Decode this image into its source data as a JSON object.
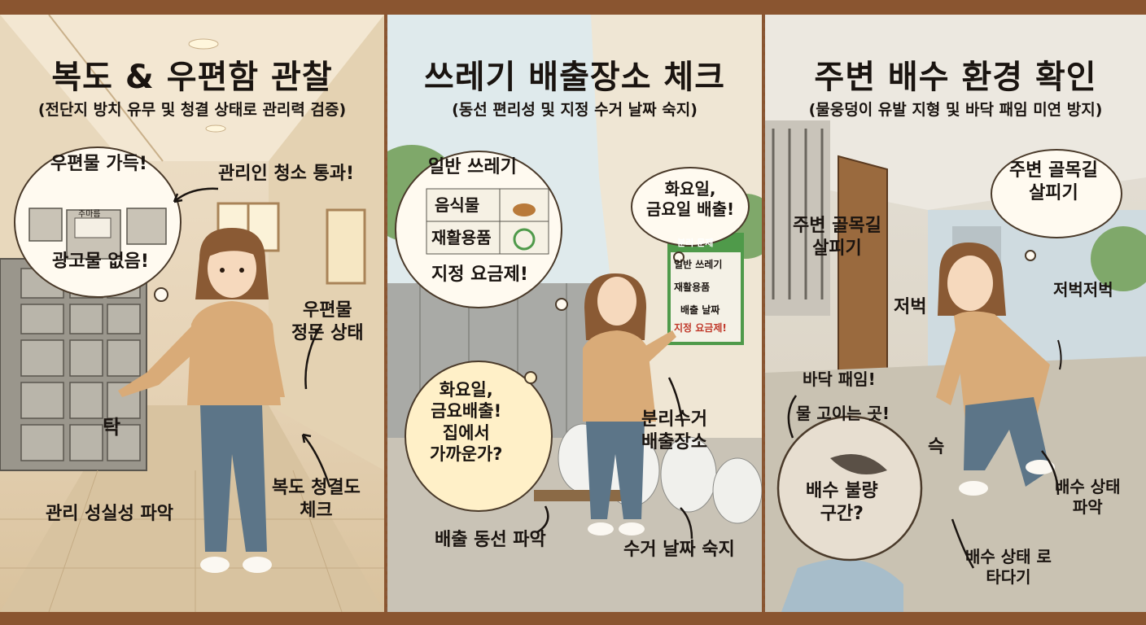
{
  "panels": [
    {
      "title": "복도 & 우편함 관찰",
      "subtitle": "(전단지 방치 유무 및 청결 상태로 관리력 검증)",
      "labels": {
        "mail_full": "우편물 가득!",
        "manager_clean": "관리인 청소 통과!",
        "no_flyers": "광고물 없음!",
        "mail_tidy": "우편물\n정돈 상태",
        "tap": "탁",
        "hall_clean": "복도 청결도\n체크",
        "management": "관리 성실성 파악",
        "mailbox_tag": "주마름"
      }
    },
    {
      "title": "쓰레기 배출장소 체크",
      "subtitle": "(동선 편리성 및 지정 수거 날짜 숙지)",
      "labels": {
        "general_waste": "일반 쓰레기",
        "food": "음식물",
        "recycling": "재활용품",
        "fee_bag": "지정 요금제!",
        "tue_fri": "화요일,\n금요일 배출!",
        "sign_header": "분리 문제",
        "sign_general": "일반 쓰레기",
        "sign_recycle": "재활용품",
        "sign_date": "배출 날짜",
        "sign_fee": "지정 요금제!",
        "near_home": "화요일,\n금요배출!\n집에서\n가까운가?",
        "recycle_spot": "분리수거\n배출장소",
        "route": "배출 동선 파악",
        "pickup_date": "수거 날짜 숙지"
      }
    },
    {
      "title": "주변 배수 환경 확인",
      "subtitle": "(물웅덩이 유발 지형 및 바닥 패임 미연 방지)",
      "labels": {
        "alley_right": "주변 골목길\n살피기",
        "alley_left": "주변 골목길\n살피기",
        "squish1": "저벅",
        "squish2": "저벅저벅",
        "pothole": "바닥 패임!",
        "puddle": "물 고이는 곳!",
        "sok": "슥",
        "bad_drain": "배수 불량\n구간?",
        "drain_state": "배수 상태\n파악",
        "drain_walk": "배수 상태 로\n타다기"
      }
    }
  ],
  "colors": {
    "frame": "#8a5530",
    "ink": "#1a1410",
    "sweater": "#d9ab78",
    "jeans": "#5c7588",
    "hair": "#8a5a34",
    "sign_green": "#4f9a4a"
  }
}
